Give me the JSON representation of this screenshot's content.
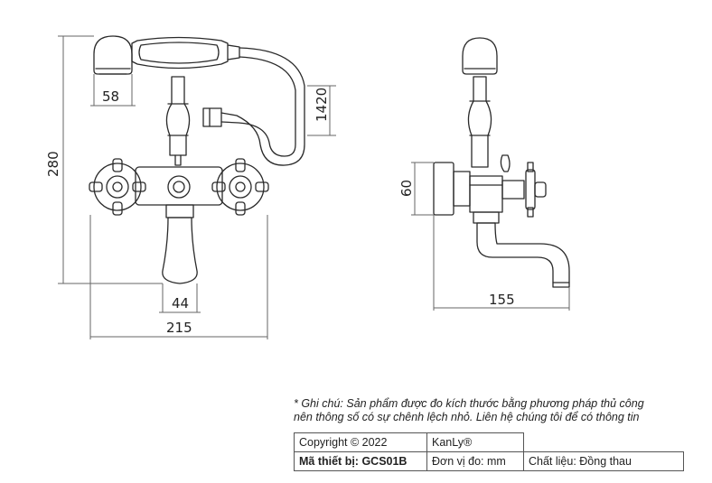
{
  "dimensions": {
    "handset_head_width": "58",
    "hose_length": "1420",
    "total_height": "280",
    "spout_width": "44",
    "total_width": "215",
    "mount_height": "60",
    "spout_reach": "155"
  },
  "note": {
    "line1": "* Ghi chú: Sản phẩm được đo kích thước bằng phương pháp thủ công",
    "line2": "nên thông số có sự chênh lệch nhỏ. Liên hệ chúng tôi để có thông tin"
  },
  "spec_table": {
    "copyright": "Copyright © 2022",
    "brand": "KanLy®",
    "model": "Mã thiết bị: GCS01B",
    "unit": "Đơn vị đo: mm",
    "material": "Chất liệu: Đồng thau"
  },
  "colors": {
    "line": "#2a2a2a",
    "dimension_line": "#666666",
    "background": "#ffffff"
  }
}
